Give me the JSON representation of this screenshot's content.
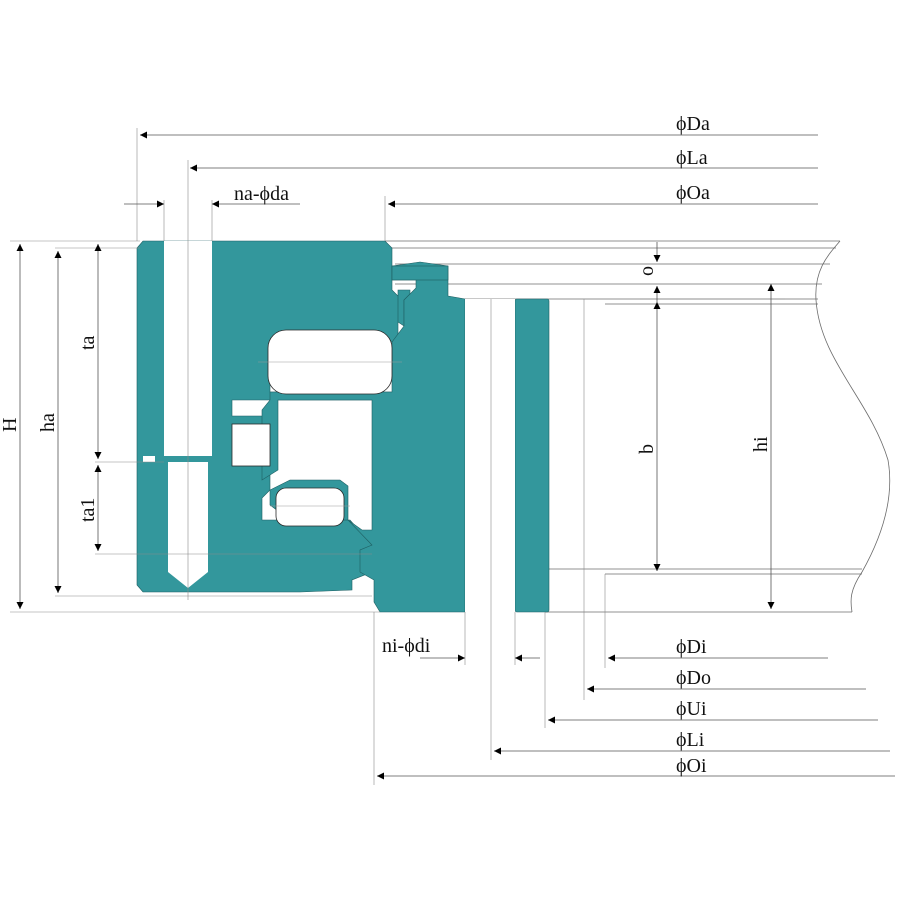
{
  "colors": {
    "ring_fill": "#33979c",
    "line": "#555555",
    "background": "#ffffff"
  },
  "labels": {
    "Da": "ϕDa",
    "La": "ϕLa",
    "Oa": "ϕOa",
    "na_da": "na-ϕda",
    "H": "H",
    "ha": "ha",
    "ta": "ta",
    "ta1": "ta1",
    "o": "o",
    "b": "b",
    "hi": "hi",
    "ni_di": "ni-ϕdi",
    "Di": "ϕDi",
    "Do": "ϕDo",
    "Ui": "ϕUi",
    "Li": "ϕLi",
    "Oi": "ϕOi"
  }
}
